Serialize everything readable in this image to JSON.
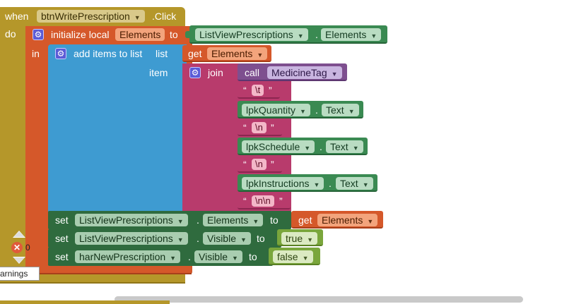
{
  "event": {
    "when": "when",
    "component": "btnWritePrescription",
    "event": ".Click",
    "do": "do"
  },
  "init_local": {
    "label": "initialize local",
    "name": "Elements",
    "to": "to",
    "in": "in"
  },
  "lvp1": {
    "component": "ListViewPrescriptions",
    "property": "Elements"
  },
  "add_items": {
    "label": "add items to list",
    "list": "list",
    "item": "item"
  },
  "get1": {
    "label": "get",
    "var": "Elements"
  },
  "join": {
    "label": "join"
  },
  "call": {
    "label": "call",
    "proc": "MedicineTag"
  },
  "strings": {
    "quote_open": "“",
    "quote_close": "”",
    "tab": "\\t",
    "newline": "\\n",
    "double_newline": "\\n\\n"
  },
  "lpk_quantity": {
    "component": "lpkQuantity",
    "property": "Text"
  },
  "lpk_schedule": {
    "component": "lpkSchedule",
    "property": "Text"
  },
  "lpk_instructions": {
    "component": "lpkInstructions",
    "property": "Text"
  },
  "set1": {
    "set": "set",
    "component": "ListViewPrescriptions",
    "property": "Elements",
    "to": "to",
    "get": "get",
    "var": "Elements"
  },
  "set2": {
    "set": "set",
    "component": "ListViewPrescriptions",
    "property": "Visible",
    "to": "to",
    "value": "true"
  },
  "set3": {
    "set": "set",
    "component": "harNewPrescription",
    "property": "Visible",
    "to": "to",
    "value": "false"
  },
  "warnings": {
    "count": "0",
    "label": "arnings"
  },
  "icons": {
    "gear": "gear-icon",
    "error": "error-icon",
    "up": "chevron-up-icon",
    "down": "chevron-down-icon",
    "dropdown": "dropdown-arrow-icon"
  },
  "colors": {
    "event": "#b5972a",
    "local": "#d5582a",
    "list": "#3e9bd1",
    "text": "#b83b6c",
    "component": "#3a8a52",
    "procedure": "#7e4f8f",
    "setter": "#2f6b3e",
    "logic": "#7aa63c"
  }
}
